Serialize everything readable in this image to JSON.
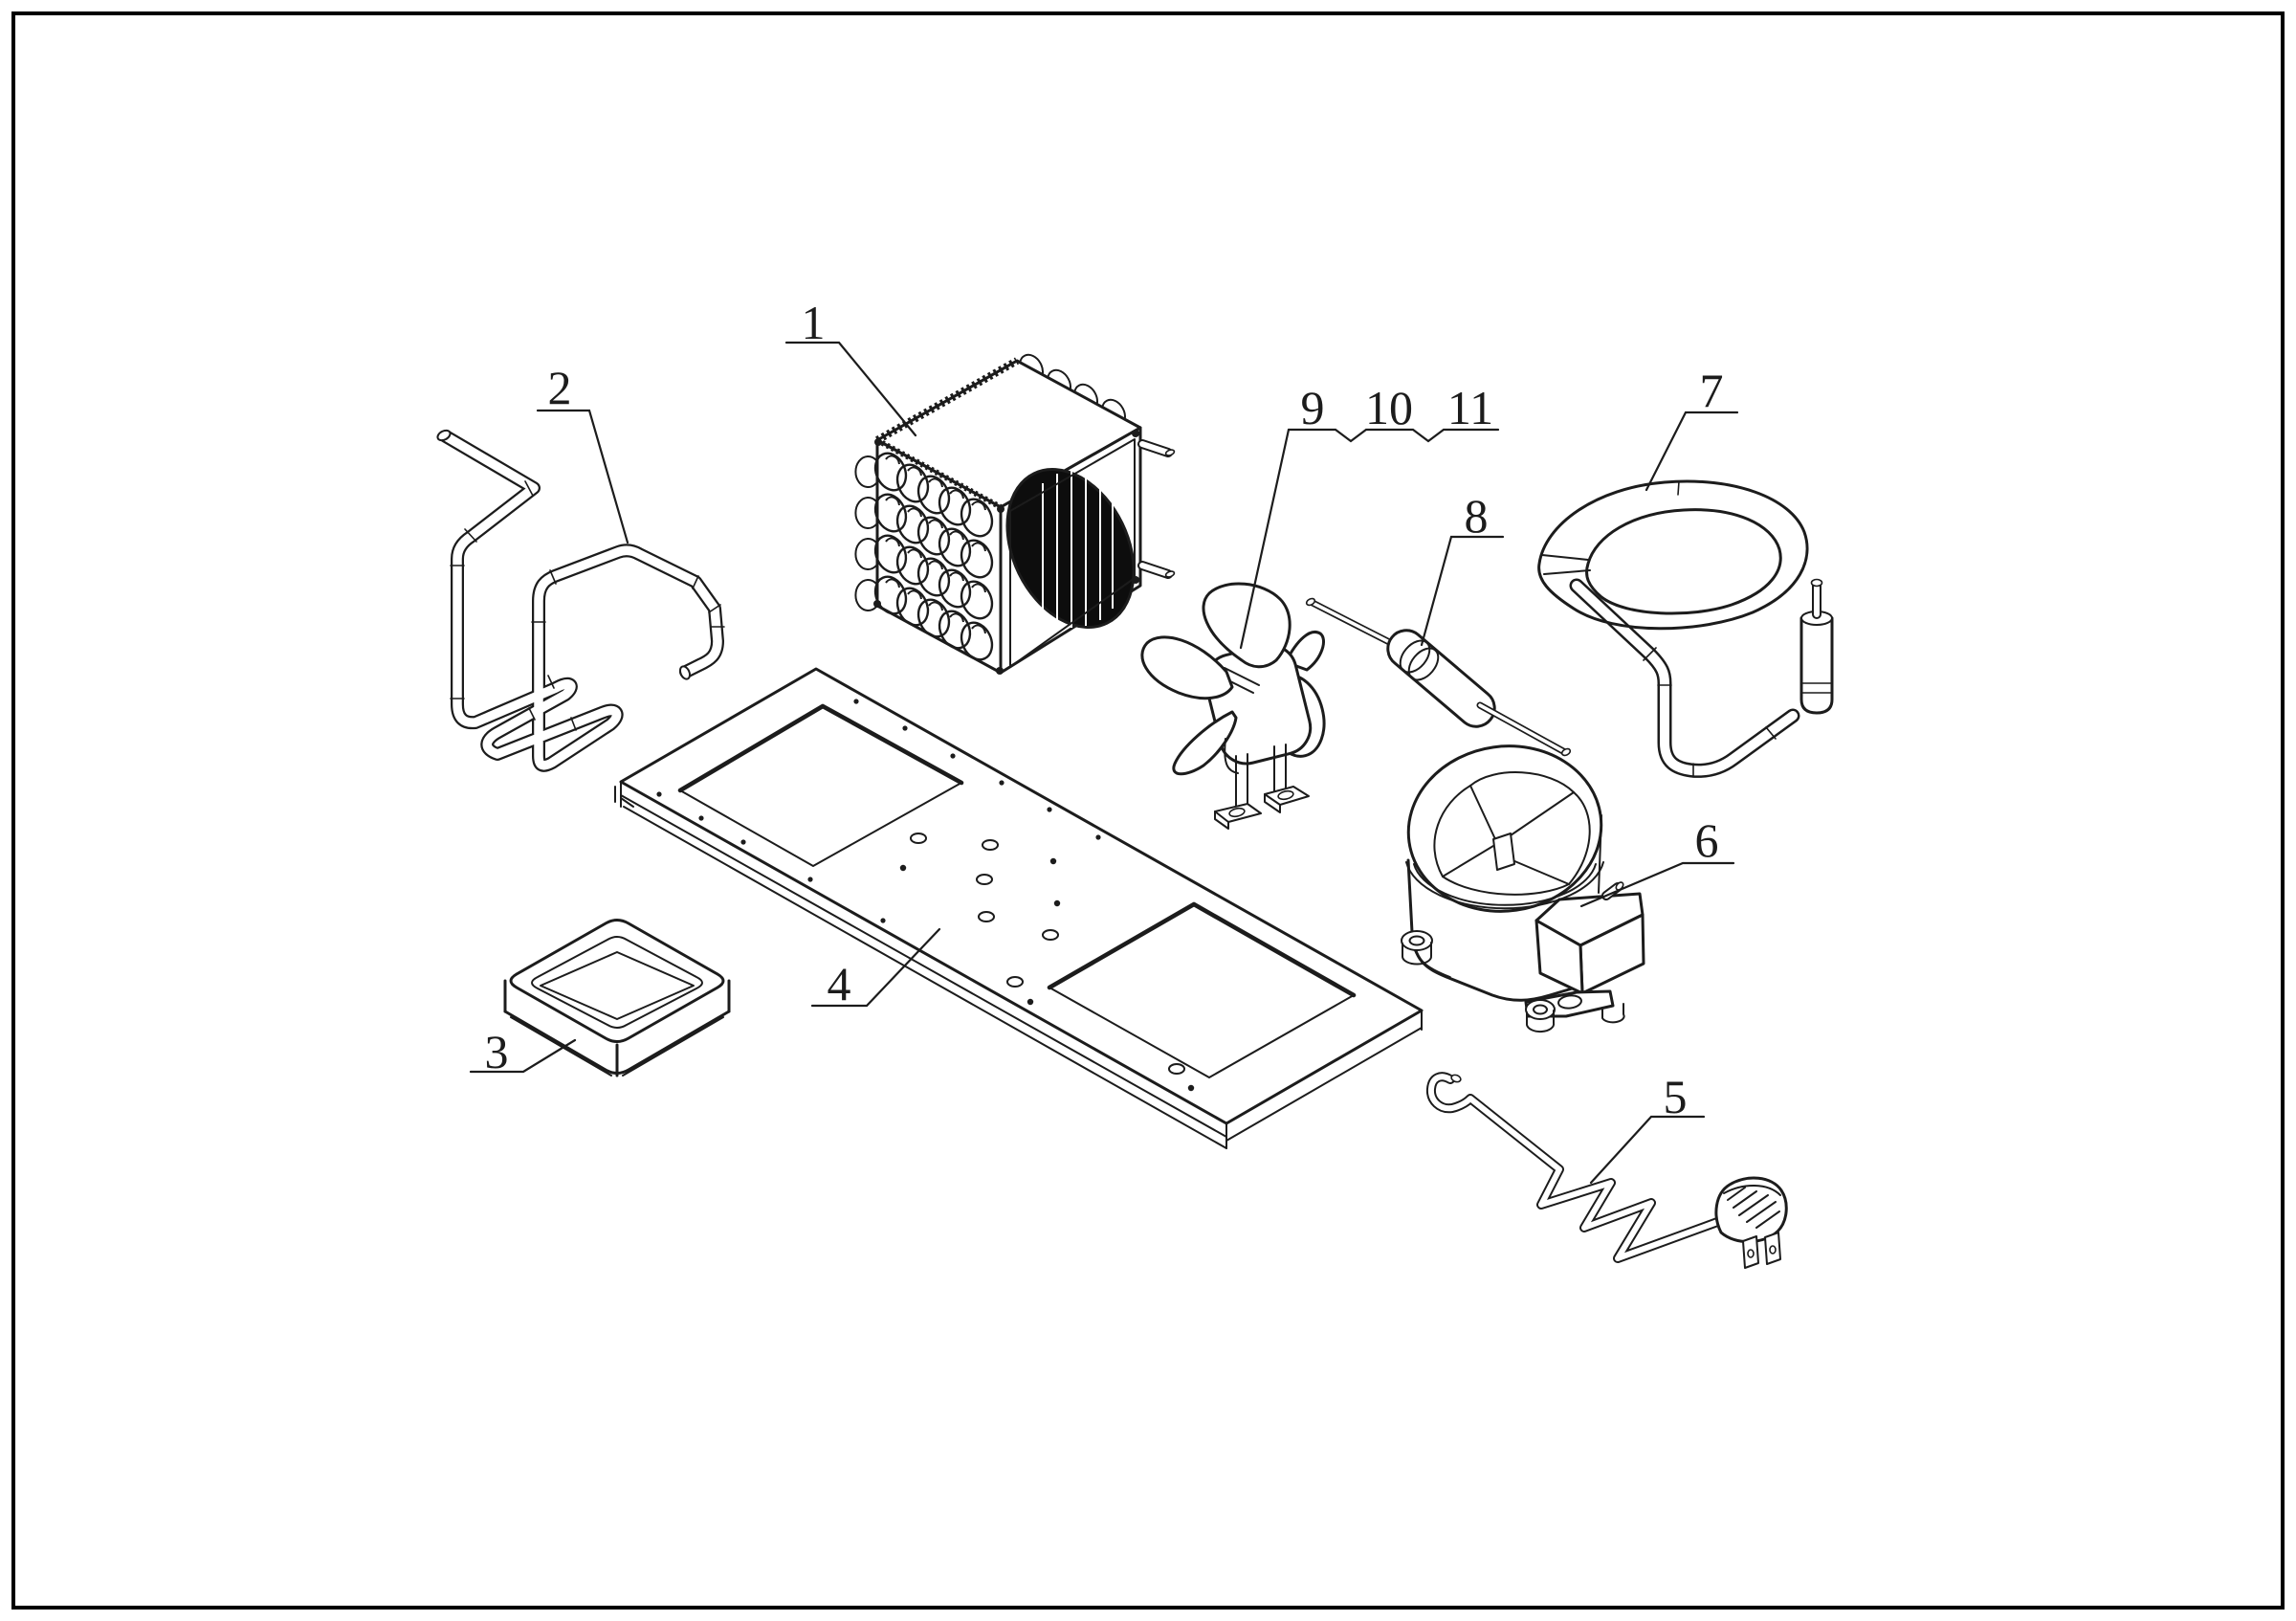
{
  "colors": {
    "line": "#1c1c1c",
    "frame": "#000000",
    "background": "#ffffff",
    "fan_opening_fill": "#0d0d0d"
  },
  "callouts": [
    {
      "number": "1"
    },
    {
      "number": "2"
    },
    {
      "number": "3"
    },
    {
      "number": "4"
    },
    {
      "number": "5"
    },
    {
      "number": "6"
    },
    {
      "number": "7"
    },
    {
      "number": "8"
    },
    {
      "number": "9"
    },
    {
      "number": "10"
    },
    {
      "number": "11"
    }
  ]
}
